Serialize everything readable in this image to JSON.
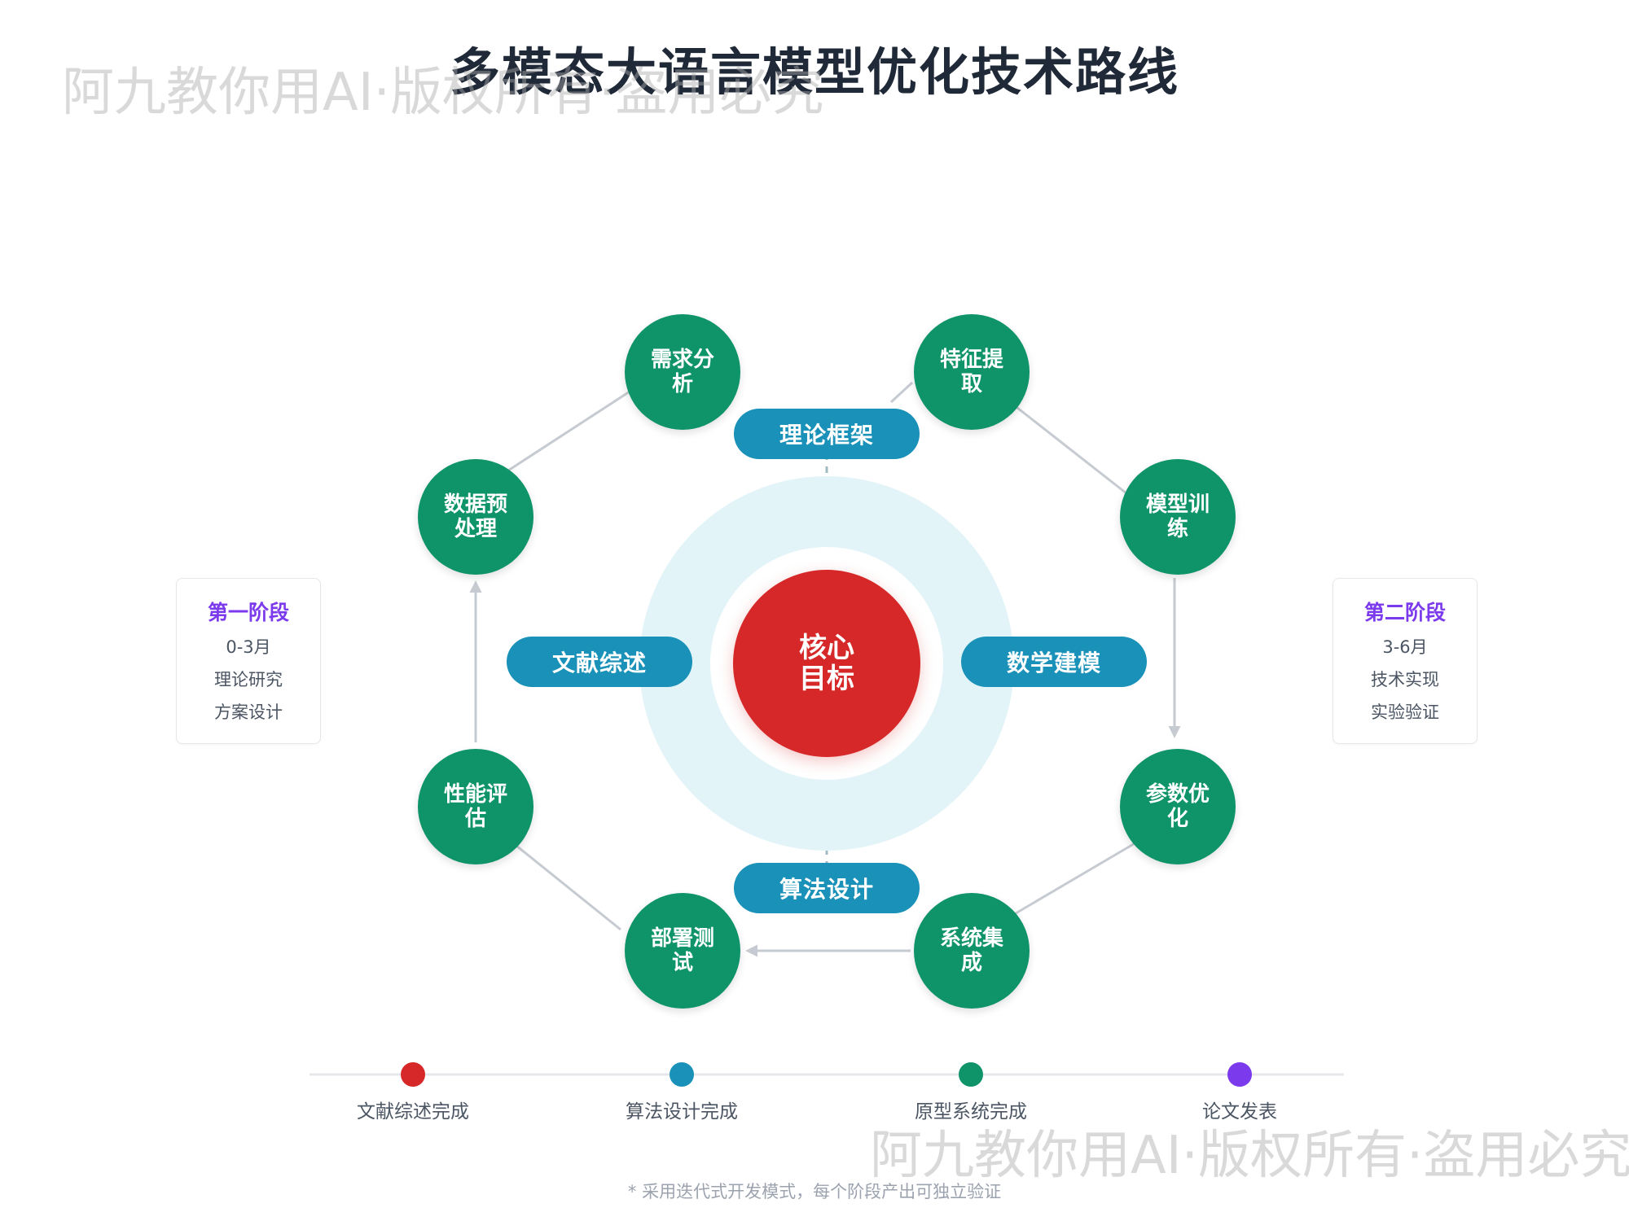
{
  "title": "多模态大语言模型优化技术路线",
  "watermark": "阿九教你用AI·版权所有·盗用必究",
  "core": {
    "label": "核心目标"
  },
  "nodes": [
    {
      "label": "需求分析"
    },
    {
      "label": "特征提取"
    },
    {
      "label": "模型训练"
    },
    {
      "label": "参数优化"
    },
    {
      "label": "系统集成"
    },
    {
      "label": "部署测试"
    },
    {
      "label": "性能评估"
    },
    {
      "label": "数据预处理"
    }
  ],
  "pillars": {
    "top": "理论框架",
    "left": "文献综述",
    "right": "数学建模",
    "bottom": "算法设计"
  },
  "phases": [
    {
      "title": "第一阶段",
      "period": "0-3月",
      "item1": "理论研究",
      "item2": "方案设计"
    },
    {
      "title": "第二阶段",
      "period": "3-6月",
      "item1": "技术实现",
      "item2": "实验验证"
    }
  ],
  "milestones": [
    {
      "label": "文献综述完成",
      "color": "#d62828"
    },
    {
      "label": "算法设计完成",
      "color": "#1a91b8"
    },
    {
      "label": "原型系统完成",
      "color": "#0e9468"
    },
    {
      "label": "论文发表",
      "color": "#7c3aed"
    }
  ],
  "colors": {
    "node": "#0e9468",
    "pill": "#1a91b8",
    "core": "#d62828",
    "ring": "#e3f4f8",
    "phase_title": "#7c3aed"
  },
  "footnote": "* 采用迭代式开发模式，每个阶段产出可独立验证"
}
